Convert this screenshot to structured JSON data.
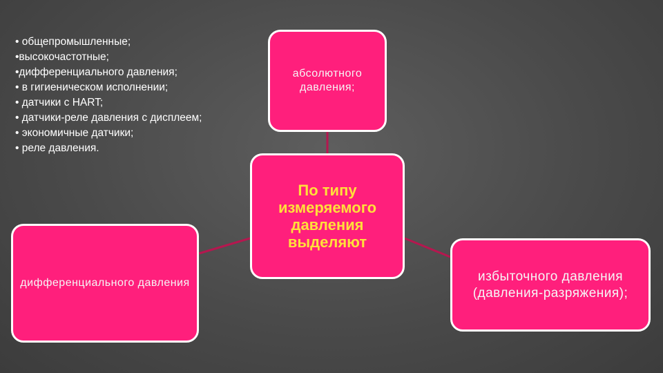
{
  "bullets": [
    "• общепромышленные;",
    "•высокочастотные;",
    "•дифференциального давления;",
    "• в гигиеническом исполнении;",
    "• датчики с HART;",
    "• датчики-реле давления с дисплеем;",
    "• экономичные датчики;",
    "• реле давления."
  ],
  "diagram": {
    "center": {
      "text": "По типу измеряемого давления выделяют"
    },
    "top": {
      "text": "абсолютного давления;"
    },
    "left": {
      "text": "дифференциального давления"
    },
    "right": {
      "text": "избыточного давления (давления-разряжения);"
    }
  },
  "colors": {
    "box_fill": "#ff1f7c",
    "box_border": "#ffffff",
    "center_text": "#ffe03a",
    "connector": "#b5174f"
  }
}
